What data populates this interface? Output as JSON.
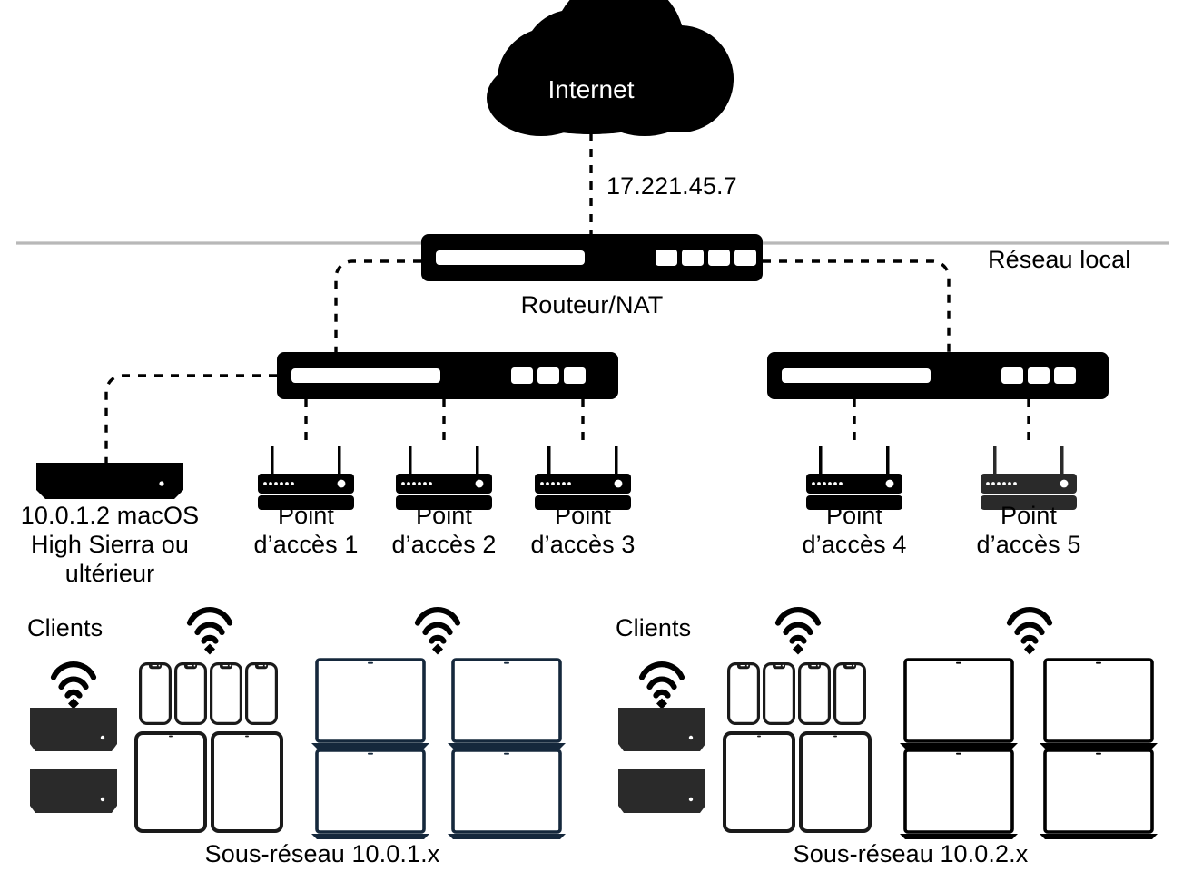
{
  "diagram": {
    "title": "Réseau local avec routeur/NAT, commutateurs et points d'accès",
    "colors": {
      "black": "#000000",
      "dark_gray": "#2a2a2a",
      "navy": "#15283c",
      "local_network_line": "#b8b8b8",
      "white": "#ffffff"
    }
  },
  "internet": {
    "label": "Internet",
    "wan_ip": "17.221.45.7"
  },
  "local_network": {
    "label": "Réseau local"
  },
  "router": {
    "label": "Routeur/NAT",
    "port_count": 4
  },
  "switches": [
    {
      "name": "switch-left",
      "port_count": 3
    },
    {
      "name": "switch-right",
      "port_count": 3
    }
  ],
  "mac_mini": {
    "label": "10.0.1.2 macOS\nHigh Sierra ou\nultérieur"
  },
  "access_points": [
    {
      "label": "Point\nd’accès 1",
      "color": "#000000"
    },
    {
      "label": "Point\nd’accès 2",
      "color": "#000000"
    },
    {
      "label": "Point\nd’accès 3",
      "color": "#000000"
    },
    {
      "label": "Point\nd’accès 4",
      "color": "#000000"
    },
    {
      "label": "Point\nd’accès 5",
      "color": "#2a2a2a"
    }
  ],
  "subnets": [
    {
      "name": "subnet-left",
      "label": "Sous-réseau 10.0.1.x",
      "clients_label": "Clients",
      "wifi_icons": 3,
      "mac_minis": 2,
      "phones": 4,
      "tablets": 2,
      "laptops": 4,
      "laptop_color": "#15283c"
    },
    {
      "name": "subnet-right",
      "label": "Sous-réseau 10.0.2.x",
      "clients_label": "Clients",
      "wifi_icons": 3,
      "mac_minis": 2,
      "phones": 4,
      "tablets": 2,
      "laptops": 4,
      "laptop_color": "#000000"
    }
  ]
}
